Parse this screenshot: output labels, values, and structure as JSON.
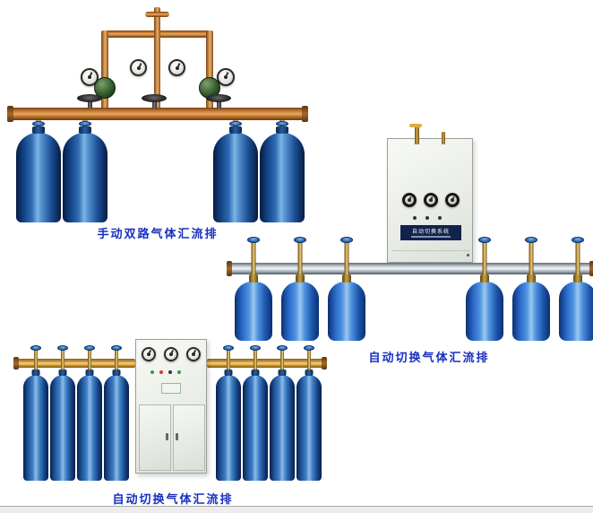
{
  "colors": {
    "caption_text": "#1730c0",
    "cylinder_blue": "#2a69c8",
    "copper_pipe": "#c97f35",
    "brass_fitting": "#d3a84e",
    "silver_pipe": "#c3ccd4",
    "cabinet_body": "#eef0ec"
  },
  "products": [
    {
      "name": "manual-dual-gas-manifold",
      "caption": "手动双路气体汇流排",
      "cylinder_count": 4,
      "cylinders": {
        "x": [
          8,
          60,
          228,
          280
        ]
      }
    },
    {
      "name": "auto-switch-gas-manifold-wall",
      "caption": "自动切换气体汇流排",
      "cabinet_label": "自动切换系统",
      "cylinder_count": 6,
      "cylinders": {
        "x": [
          7,
          59,
          111,
          265,
          317,
          369
        ]
      }
    },
    {
      "name": "auto-switch-gas-manifold-floor",
      "caption": "自动切换气体汇流排",
      "cylinder_count": 8,
      "cylinders": {
        "x": [
          11,
          41,
          71,
          101,
          226,
          256,
          286,
          316
        ]
      }
    }
  ]
}
